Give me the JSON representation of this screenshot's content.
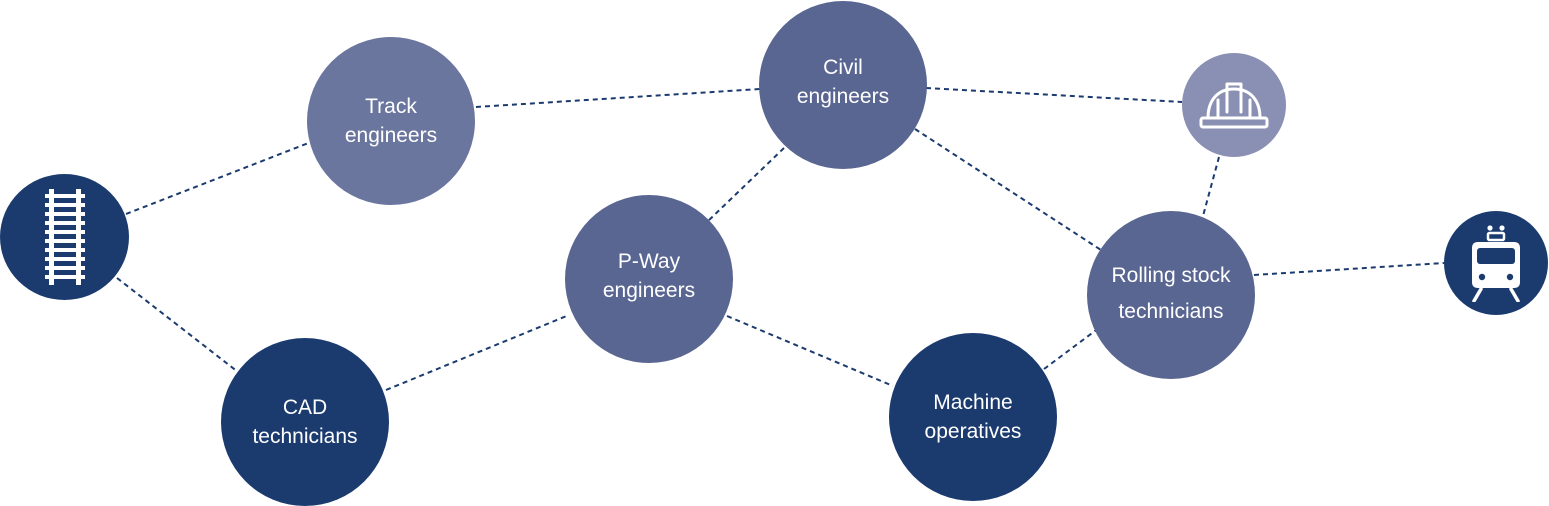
{
  "colors": {
    "dark": "#1b3b6f",
    "mid": "#5a6692",
    "light": "#6b769f",
    "pale": "#8a90b3",
    "line": "#1b3b6f"
  },
  "nodes": {
    "track": {
      "line1": "Track",
      "line2": "engineers",
      "color": "light"
    },
    "civil": {
      "line1": "Civil",
      "line2": "engineers",
      "color": "mid"
    },
    "pway": {
      "line1": "P-Way",
      "line2": "engineers",
      "color": "mid"
    },
    "cad": {
      "line1": "CAD",
      "line2": "technicians",
      "color": "dark"
    },
    "machine": {
      "line1": "Machine",
      "line2": "operatives",
      "color": "dark"
    },
    "rolling": {
      "line1": "Rolling stock",
      "line2": "technicians",
      "color": "mid"
    }
  },
  "icons": {
    "rail": {
      "icon": "railway-track-icon",
      "color": "dark"
    },
    "helmet": {
      "icon": "hard-hat-icon",
      "color": "pale"
    },
    "train": {
      "icon": "train-icon",
      "color": "dark"
    }
  }
}
